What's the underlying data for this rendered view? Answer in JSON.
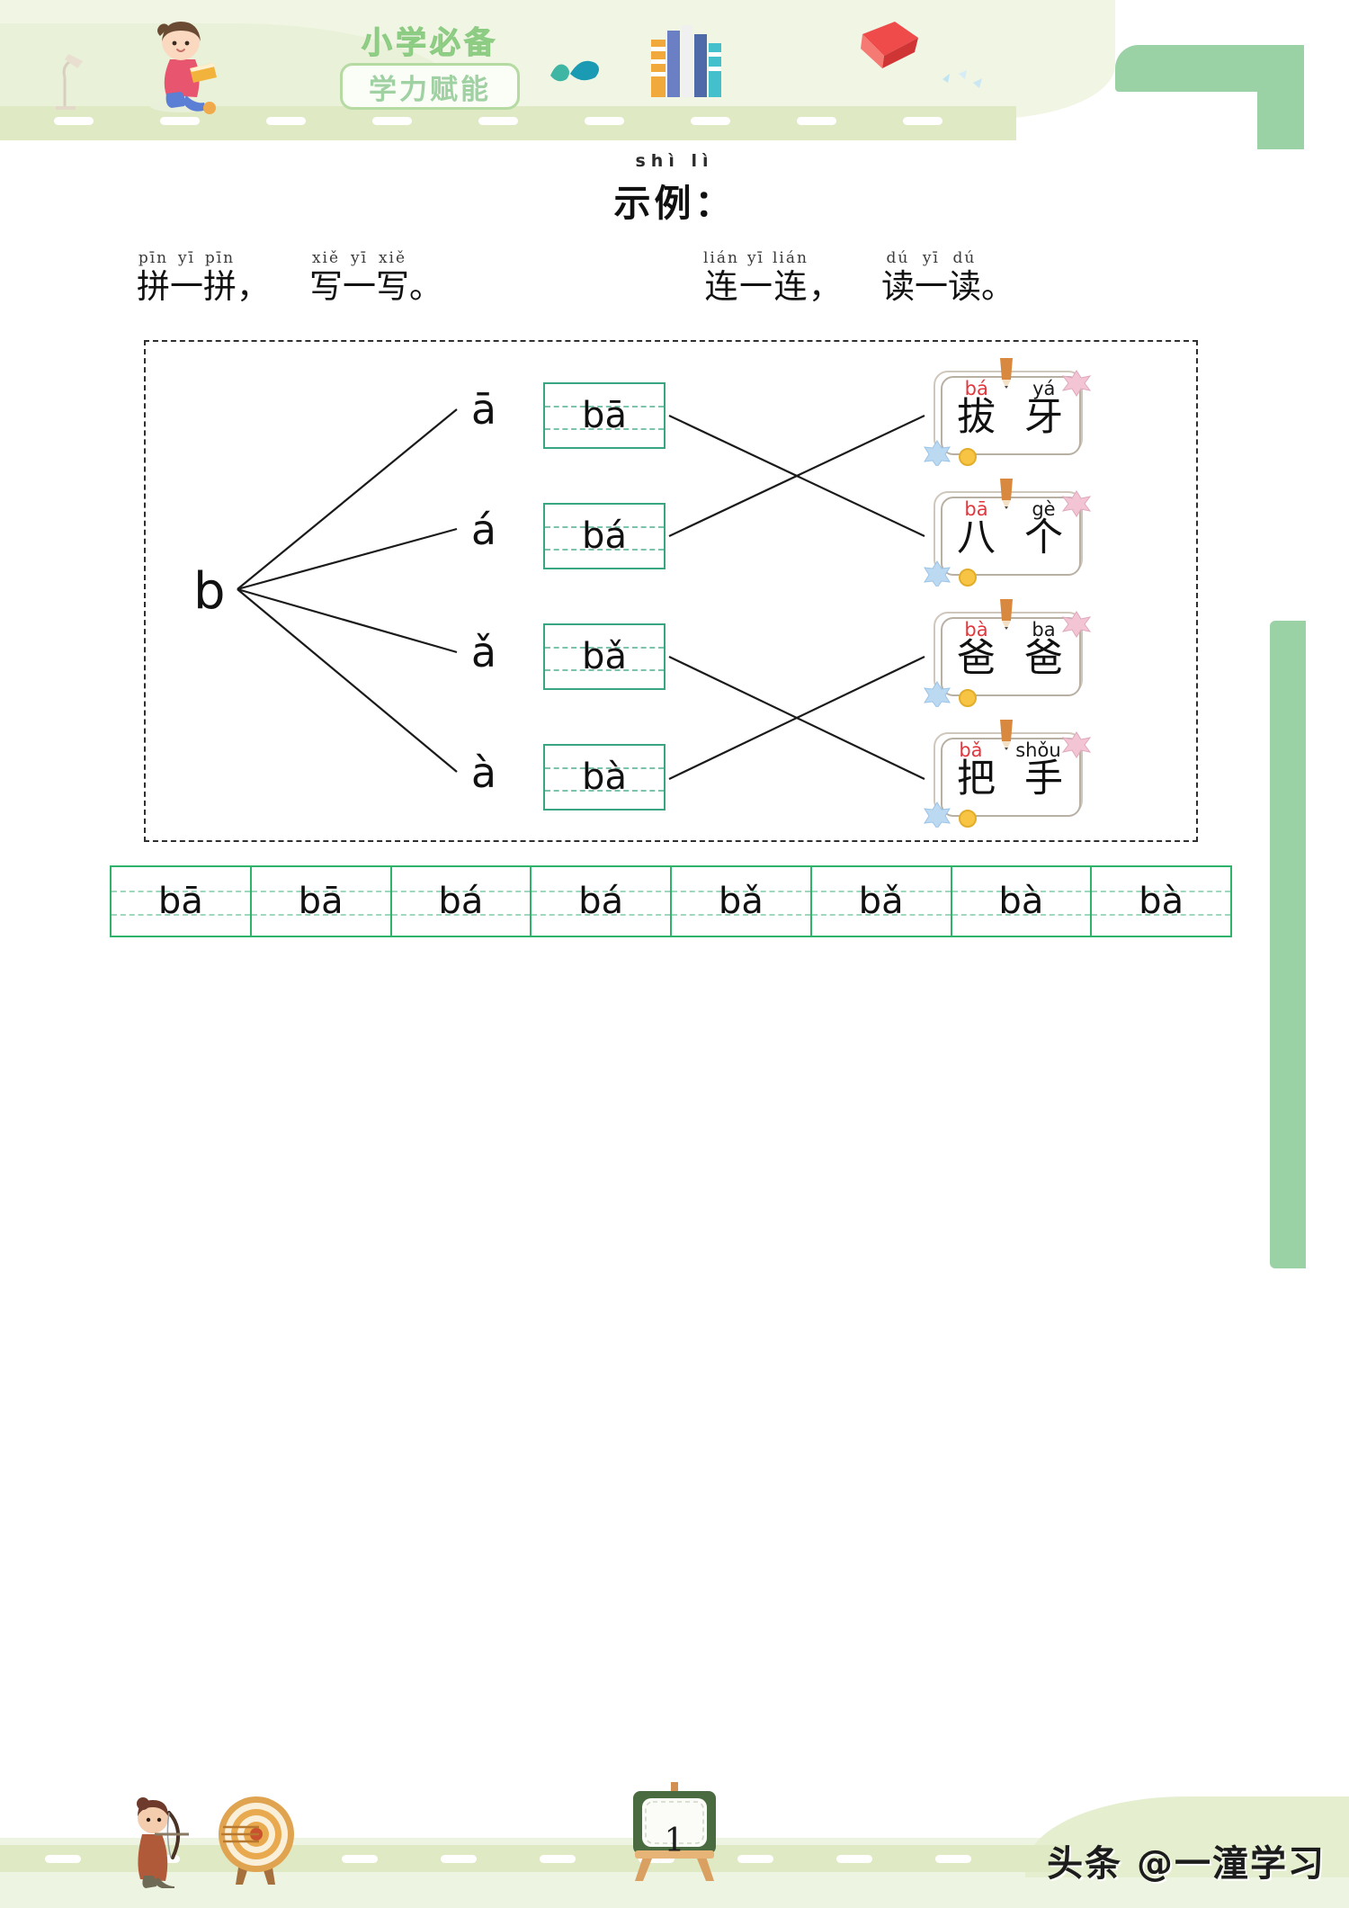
{
  "header": {
    "badge_top": "小学必备",
    "badge_bottom": "学力赋能",
    "icons": {
      "girl": "girl-reading-icon",
      "books": "stack-of-books-icon",
      "leaf": "leaf-icon",
      "redbook": "open-red-book-icon"
    }
  },
  "title": {
    "pinyin": "shì lì",
    "text": "示例："
  },
  "instructions": {
    "left": {
      "pinyin_parts": [
        "pīn",
        "yī",
        "pīn",
        "xiě",
        "yī",
        "xiě"
      ],
      "han_parts": [
        "拼",
        "一",
        "拼",
        "写",
        "一",
        "写"
      ],
      "comma": "，",
      "period": "。",
      "full_text": "拼一拼，写一写。"
    },
    "right": {
      "pinyin_parts": [
        "lián",
        "yī",
        "lián",
        "dú",
        "yī",
        "dú"
      ],
      "han_parts": [
        "连",
        "一",
        "连",
        "读",
        "一",
        "读"
      ],
      "comma": "，",
      "period": "。",
      "full_text": "连一连，读一读。"
    }
  },
  "exercise": {
    "initial": "b",
    "vowels": [
      "ā",
      "á",
      "ǎ",
      "à"
    ],
    "syllables": [
      "bā",
      "bá",
      "bǎ",
      "bà"
    ],
    "cards": [
      {
        "pinyin_red": "bá",
        "pinyin_black": "yá",
        "han1": "拔",
        "han2": "牙",
        "word": "拔牙"
      },
      {
        "pinyin_red": "bā",
        "pinyin_black": "gè",
        "han1": "八",
        "han2": "个",
        "word": "八个"
      },
      {
        "pinyin_red": "bà",
        "pinyin_black": "ba",
        "han1": "爸",
        "han2": "爸",
        "word": "爸爸"
      },
      {
        "pinyin_red": "bǎ",
        "pinyin_black": "shǒu",
        "han1": "把",
        "han2": "手",
        "word": "把手"
      }
    ],
    "matches": [
      {
        "from_syllable": "bā",
        "to_card": "八个"
      },
      {
        "from_syllable": "bá",
        "to_card": "拔牙"
      },
      {
        "from_syllable": "bǎ",
        "to_card": "把手"
      },
      {
        "from_syllable": "bà",
        "to_card": "爸爸"
      }
    ]
  },
  "practice_row": {
    "cells": [
      "bā",
      "bā",
      "bá",
      "bá",
      "bǎ",
      "bǎ",
      "bà",
      "bà"
    ]
  },
  "footer": {
    "page_number": "1",
    "watermark": "头条 @一潼学习",
    "icons": {
      "archer": "archer-boy-icon",
      "target": "archery-target-icon",
      "easel": "easel-blackboard-icon"
    }
  },
  "colors": {
    "green_border": "#2fb36b",
    "teal_box": "#3aa583",
    "brand_green": "#9ad48f",
    "band_green": "#dfeac4",
    "pinyin_red": "#e0363c"
  }
}
